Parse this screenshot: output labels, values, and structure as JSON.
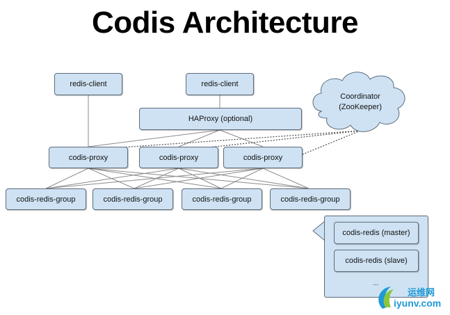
{
  "title": "Codis Architecture",
  "clients": [
    "redis-client",
    "redis-client"
  ],
  "haproxy": "HAProxy (optional)",
  "coordinator": {
    "line1": "Coordinator",
    "line2": "(ZooKeeper)"
  },
  "proxies": [
    "codis-proxy",
    "codis-proxy",
    "codis-proxy"
  ],
  "groups": [
    "codis-redis-group",
    "codis-redis-group",
    "codis-redis-group",
    "codis-redis-group"
  ],
  "group_detail": {
    "master": "codis-redis (master)",
    "slave": "codis-redis (slave)",
    "more": "..."
  },
  "watermark": {
    "cn": "运维网",
    "en": "iyunv.com"
  },
  "colors": {
    "node_fill": "#cfe2f3",
    "node_border": "#5b6b7a",
    "watermark": "#1f9ad6"
  }
}
